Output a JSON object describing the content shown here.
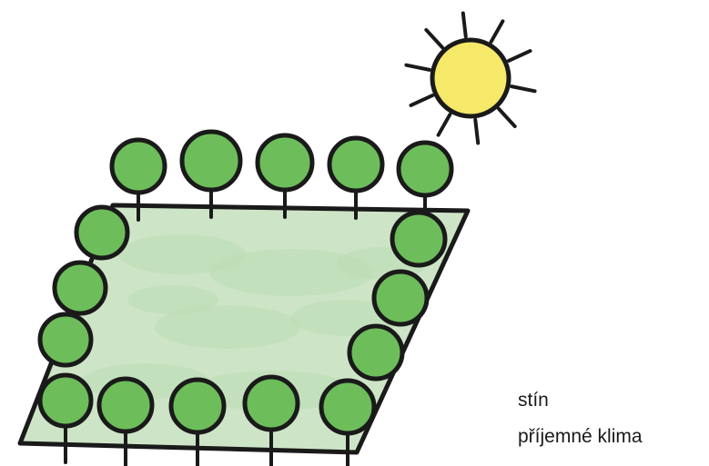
{
  "labels": {
    "shade": "stín",
    "climate": "příjemné klima"
  },
  "colors": {
    "outline": "#1a1a1a",
    "tree_fill": "#6dbd5b",
    "plot_fill": "#cde5c6",
    "plot_mottle": "#bcdcb4",
    "sun_fill": "#f6e868"
  },
  "icons": {
    "sun": "sun-icon",
    "tree": "tree-icon",
    "plot": "plot-area"
  }
}
